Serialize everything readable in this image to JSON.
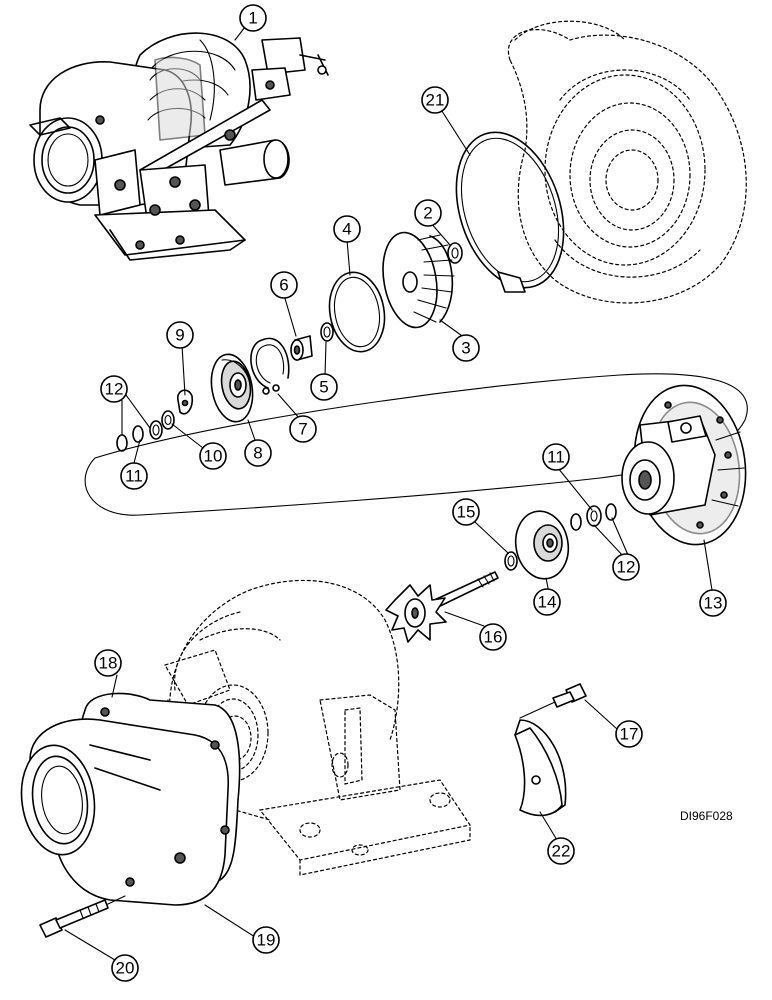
{
  "figure_id": "DI96F028",
  "callouts": {
    "c1": "1",
    "c2": "2",
    "c3": "3",
    "c4": "4",
    "c5": "5",
    "c6": "6",
    "c7": "7",
    "c8": "8",
    "c9": "9",
    "c10": "10",
    "c11a": "11",
    "c11b": "11",
    "c12a": "12",
    "c12b": "12",
    "c13": "13",
    "c14": "14",
    "c15": "15",
    "c16": "16",
    "c17": "17",
    "c18": "18",
    "c19": "19",
    "c20": "20",
    "c21": "21",
    "c22": "22"
  }
}
